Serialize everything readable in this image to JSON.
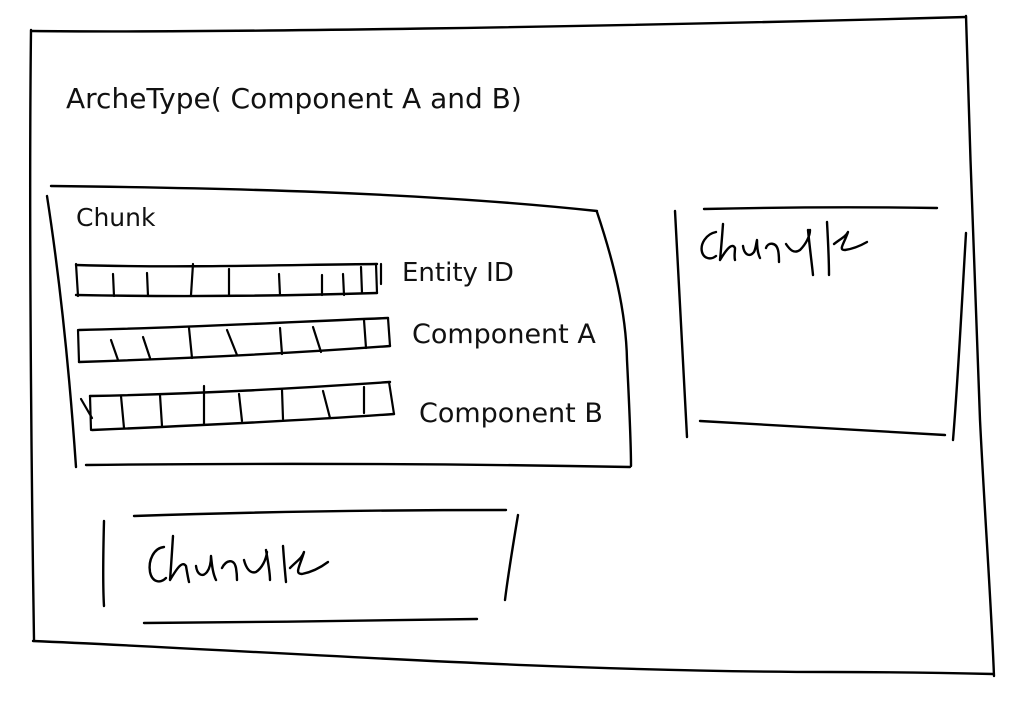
{
  "archetype": {
    "title": "ArcheType( Component A and B)"
  },
  "main_chunk": {
    "label": "Chunk",
    "rows": [
      {
        "name": "Entity ID"
      },
      {
        "name": "Component A"
      },
      {
        "name": "Component B"
      }
    ]
  },
  "other_chunks": [
    {
      "handwritten_text": "Chunk"
    },
    {
      "handwritten_text": "Chunk"
    }
  ],
  "colors": {
    "ink": "#000000",
    "background": "#ffffff"
  }
}
